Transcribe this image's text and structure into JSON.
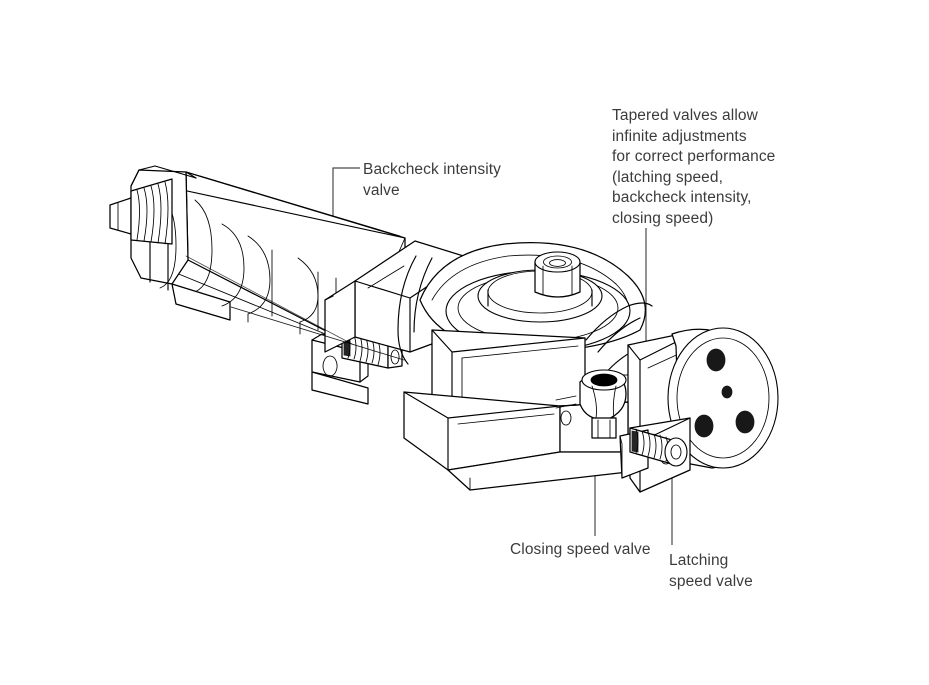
{
  "figure": {
    "title": "Door closer hydraulic valve adjustment diagram",
    "background_color": "#ffffff",
    "line_color": "#000000",
    "text_color": "#3c3c3c",
    "leader_color": "#4a4a4a"
  },
  "callouts": {
    "tapered": "Tapered valves allow\ninfinite adjustments\nfor correct performance\n(latching speed,\nbackcheck intensity,\nclosing speed)",
    "backcheck": "Backcheck intensity\nvalve",
    "closing": "Closing speed valve",
    "latching": "Latching\nspeed valve"
  },
  "parts": [
    "cylinder-barrel",
    "left-end-bracket",
    "threaded-spindle-rod",
    "pinion-boss",
    "hex-spindle",
    "mounting-rail",
    "backcheck-intensity-valve",
    "closing-speed-valve",
    "latching-speed-valve",
    "right-end-cap-with-holes"
  ]
}
